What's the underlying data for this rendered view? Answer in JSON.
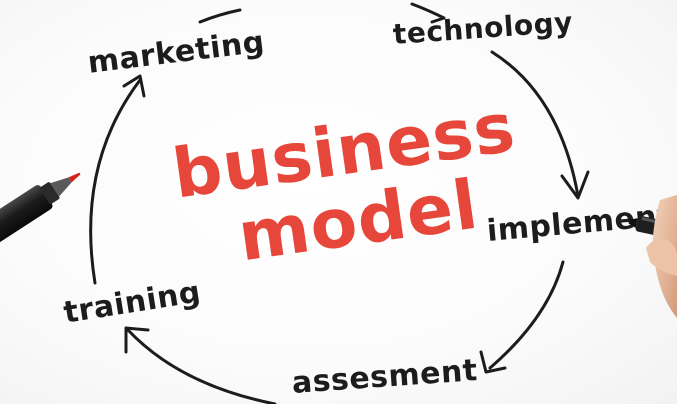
{
  "title": {
    "line1": "business",
    "line2": "model"
  },
  "cycle": {
    "labels": {
      "marketing": "marketing",
      "technology": "technology",
      "implement": "implement",
      "assessment": "assesment",
      "training": "training"
    }
  },
  "colors": {
    "title": "#e7473a",
    "ink": "#1c1c1c",
    "pen_tip": "#d3231c"
  },
  "icons": {
    "left_object": "red-marker-pen",
    "right_object": "hand-holding-black-marker"
  }
}
